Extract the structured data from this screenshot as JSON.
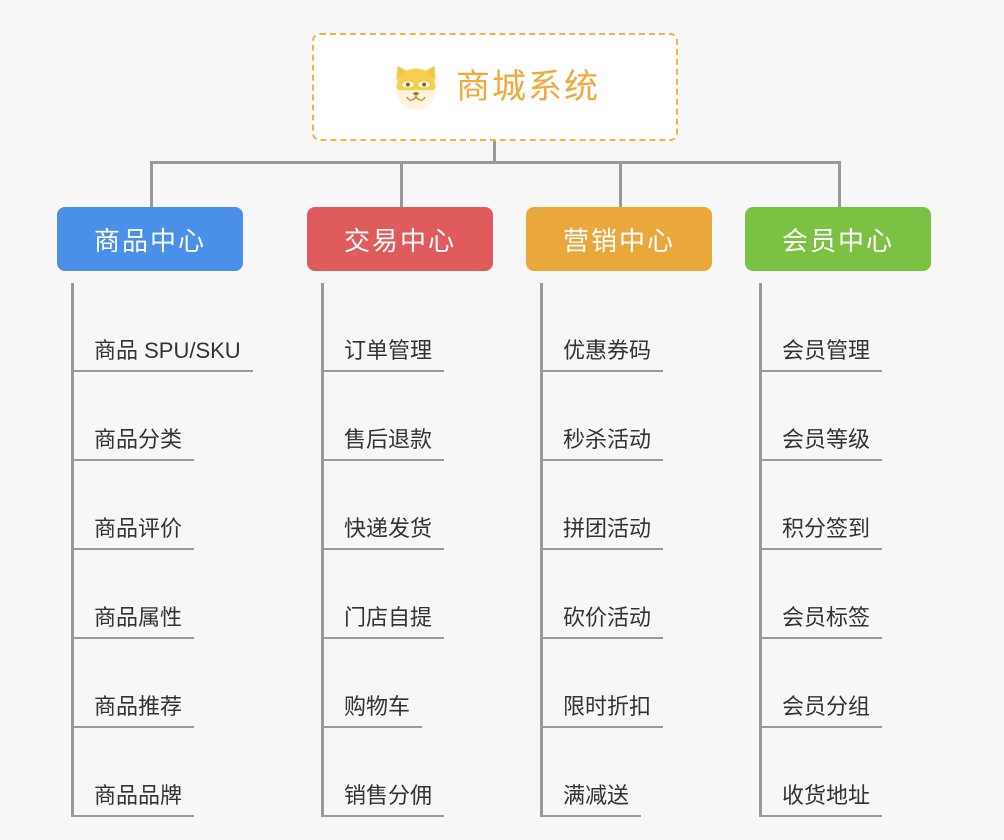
{
  "root": {
    "title": "商城系统",
    "icon": "shiba-inu-icon",
    "accent_color": "#f0a93a",
    "border_color": "#f2b544",
    "background": "#ffffff"
  },
  "canvas": {
    "background_color": "#f7f7f7",
    "connector_color": "#999999"
  },
  "branches": [
    {
      "label": "商品中心",
      "color": "#4a90e8",
      "items": [
        "商品 SPU/SKU",
        "商品分类",
        "商品评价",
        "商品属性",
        "商品推荐",
        "商品品牌"
      ]
    },
    {
      "label": "交易中心",
      "color": "#e05b5b",
      "items": [
        "订单管理",
        "售后退款",
        "快递发货",
        "门店自提",
        "购物车",
        "销售分佣"
      ]
    },
    {
      "label": "营销中心",
      "color": "#eaa83c",
      "items": [
        "优惠券码",
        "秒杀活动",
        "拼团活动",
        "砍价活动",
        "限时折扣",
        "满减送"
      ]
    },
    {
      "label": "会员中心",
      "color": "#7cc144",
      "items": [
        "会员管理",
        "会员等级",
        "积分签到",
        "会员标签",
        "会员分组",
        "收货地址"
      ]
    }
  ]
}
